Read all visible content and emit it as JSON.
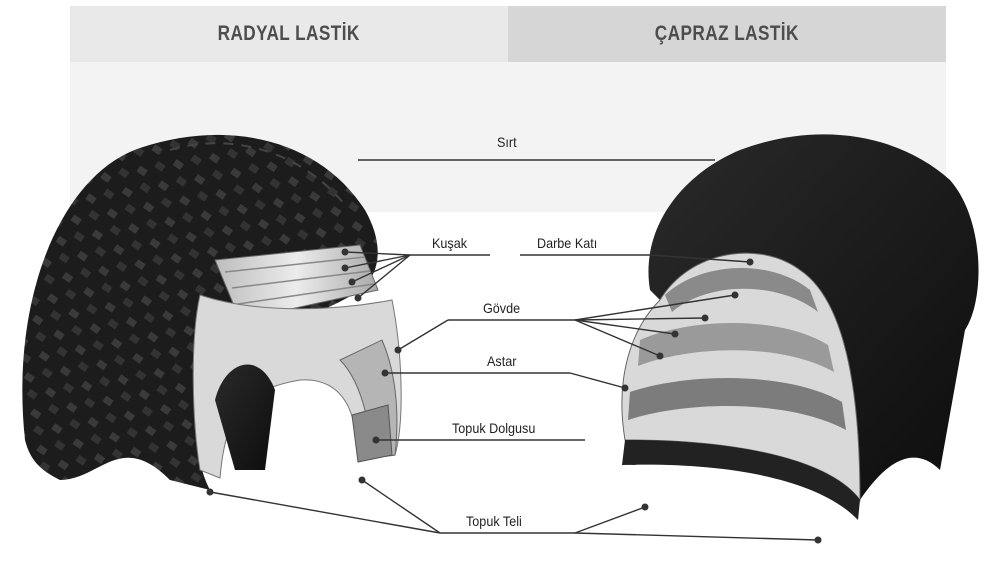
{
  "headers": {
    "radial": "RADYAL LASTİK",
    "cross": "ÇAPRAZ LASTİK"
  },
  "labels": {
    "tread": "Sırt",
    "belt": "Kuşak",
    "breaker": "Darbe Katı",
    "body_ply": "Gövde",
    "liner": "Astar",
    "bead_filler": "Topuk Dolgusu",
    "bead_wire": "Topuk Teli"
  },
  "colors": {
    "header_left": "#e9e9e9",
    "header_right": "#d6d6d6",
    "rubber": "#1c1c1c",
    "ply_light": "#d9d9d9",
    "ply_dark": "#8a8a8a",
    "leader_line": "#333333"
  }
}
